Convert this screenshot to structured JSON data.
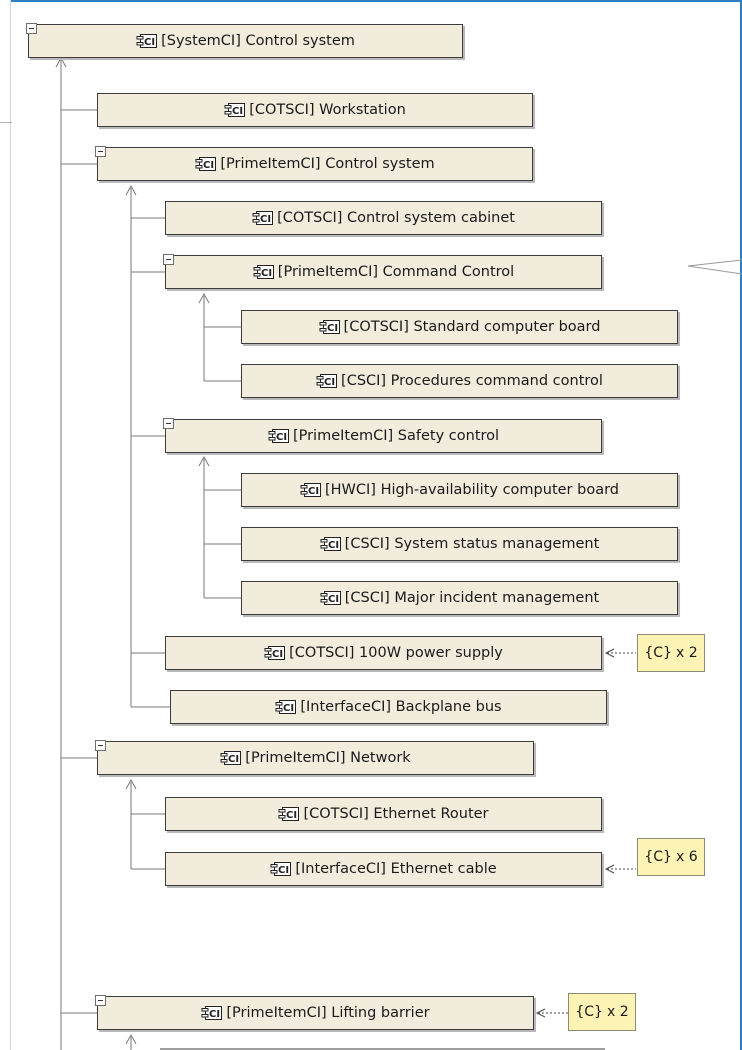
{
  "icon": "ci-component-icon",
  "accent_color": "#2e7fc4",
  "nodes": [
    {
      "id": "n0",
      "label": "[SystemCI] Control system",
      "collapsible": true
    },
    {
      "id": "n1",
      "label": "[COTSCI] Workstation",
      "collapsible": false
    },
    {
      "id": "n2",
      "label": "[PrimeItemCI] Control system",
      "collapsible": true
    },
    {
      "id": "n3",
      "label": "[COTSCI] Control system cabinet",
      "collapsible": false
    },
    {
      "id": "n4",
      "label": "[PrimeItemCI] Command Control",
      "collapsible": true
    },
    {
      "id": "n5",
      "label": "[COTSCI] Standard computer board",
      "collapsible": false
    },
    {
      "id": "n6",
      "label": "[CSCI] Procedures command control",
      "collapsible": false
    },
    {
      "id": "n7",
      "label": "[PrimeItemCI] Safety control",
      "collapsible": true
    },
    {
      "id": "n8",
      "label": "[HWCI] High-availability computer board",
      "collapsible": false
    },
    {
      "id": "n9",
      "label": "[CSCI] System status management",
      "collapsible": false
    },
    {
      "id": "n10",
      "label": "[CSCI] Major incident management",
      "collapsible": false
    },
    {
      "id": "n11",
      "label": "[COTSCI] 100W power supply",
      "collapsible": false
    },
    {
      "id": "n12",
      "label": "[InterfaceCI] Backplane bus",
      "collapsible": false
    },
    {
      "id": "n13",
      "label": "[PrimeItemCI] Network",
      "collapsible": true
    },
    {
      "id": "n14",
      "label": "[COTSCI] Ethernet Router",
      "collapsible": false
    },
    {
      "id": "n15",
      "label": "[InterfaceCI] Ethernet cable",
      "collapsible": false
    },
    {
      "id": "n16",
      "label": "[PrimeItemCI] Lifting barrier",
      "collapsible": true
    }
  ],
  "notes": [
    {
      "brace": "{C}",
      "text": "x 2"
    },
    {
      "brace": "{C}",
      "text": "x 6"
    },
    {
      "brace": "{C}",
      "text": "x 2"
    }
  ]
}
